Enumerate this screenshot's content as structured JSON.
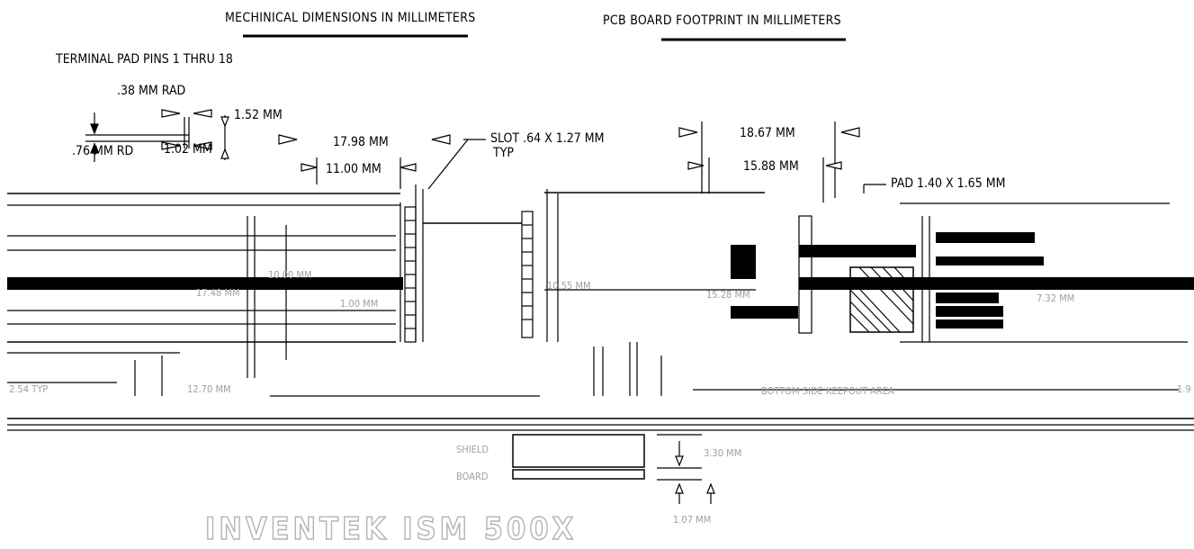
{
  "headers": {
    "mechanical": "MECHINICAL  DIMENSIONS  IN  MILLIMETERS",
    "pcb": "PCB  BOARD  FOOTPRINT  IN  MILLIMETERS"
  },
  "terminal_pad": {
    "title": "TERMINAL  PAD  PINS  1  THRU  18",
    "rad": ".38  MM  RAD",
    "height": "1.52  MM",
    "rd": ".76  MM  RD",
    "width": "1.02  MM"
  },
  "module": {
    "width_outer": "17.98  MM",
    "width_inner": "11.00  MM",
    "slot": "SLOT  .64  X  1.27  MM",
    "slot_note": "TYP",
    "dim_a": "10.00  MM",
    "dim_b": "17.48  MM",
    "dim_c": "1.00  MM"
  },
  "footprint": {
    "width_outer": "18.67  MM",
    "width_inner": "15.88  MM",
    "pad": "PAD  1.40  X  1.65  MM",
    "dim_mid": "10.55  MM",
    "dim_right": "15.28  MM",
    "dim_far": "7.32  MM",
    "bottom_note": "BOTTOM  SIDE  KEEPOUT  AREA",
    "bottom_end": "1.9"
  },
  "side_view": {
    "shield": "SHIELD",
    "board": "BOARD",
    "height": "3.30  MM",
    "board_thickness": "1.07  MM"
  },
  "left_notes": {
    "typ": "2.54  TYP",
    "dims": "12.70  MM"
  },
  "product": "INVENTEK  ISM  500X"
}
